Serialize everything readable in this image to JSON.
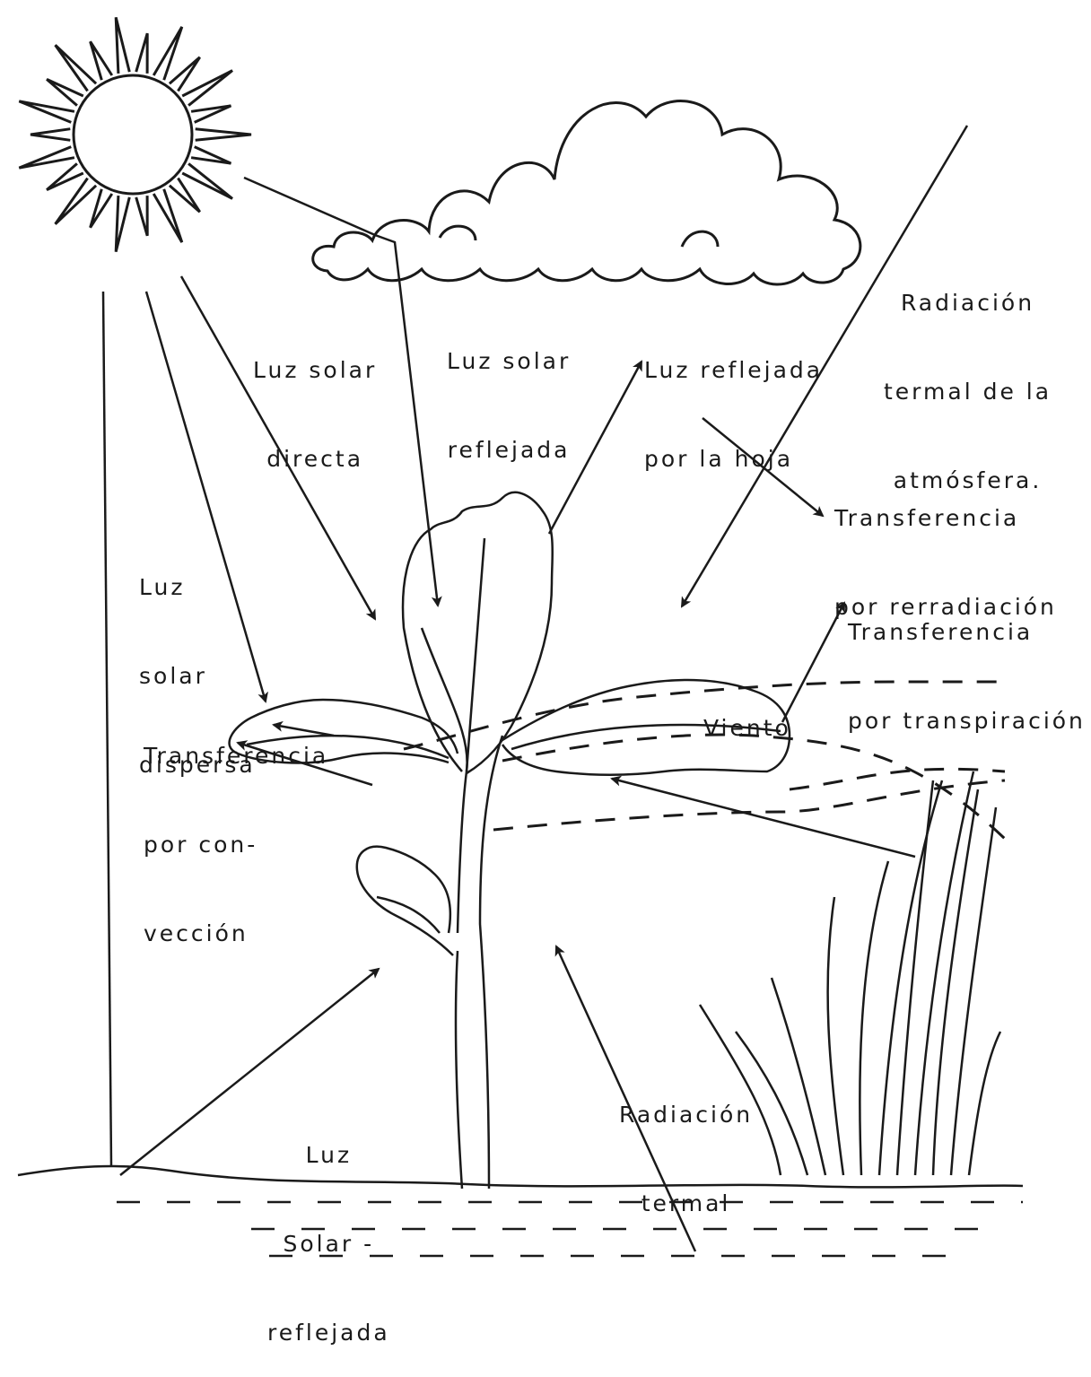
{
  "labels": {
    "luz_solar_directa": [
      "Luz solar",
      "directa"
    ],
    "luz_solar_reflejada_nube": [
      "Luz solar",
      "reflejada"
    ],
    "luz_reflejada_hoja": [
      "Luz reflejada",
      "por la hoja"
    ],
    "radiacion_atmosfera": [
      "Radiación",
      "termal de la",
      "atmósfera."
    ],
    "transferencia_rerradiacion": [
      "Transferencia",
      "por rerradiación"
    ],
    "transferencia_transpiracion": [
      "Transferencia",
      "por transpiración"
    ],
    "luz_solar_dispersa": [
      "Luz",
      "solar",
      "dispersa"
    ],
    "transferencia_conveccion": [
      "Transferencia",
      "por con-",
      "vección"
    ],
    "viento": "Viento",
    "radiacion_termal": [
      "Radiación",
      "termal"
    ],
    "luz_solar_reflejada_suelo": [
      "Luz",
      "Solar -",
      "reflejada"
    ]
  },
  "colors": {
    "ink": "#1a1a1a",
    "paper": "#ffffff"
  },
  "icons": [
    "sun-icon",
    "cloud-icon",
    "plant-icon",
    "grass-icon",
    "ground-line"
  ]
}
